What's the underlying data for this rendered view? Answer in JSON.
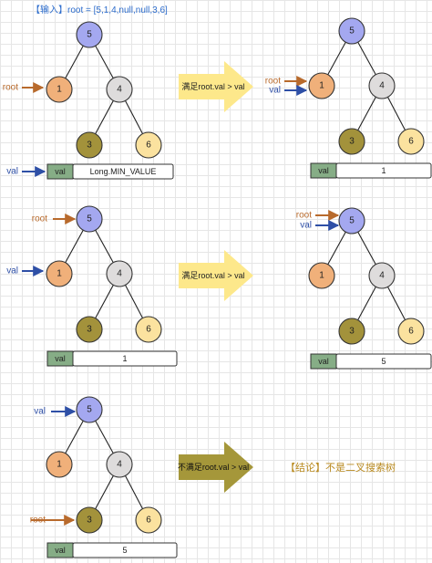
{
  "header": "【输入】root = [5,1,4,null,null,3,6]",
  "labels": {
    "root": "root",
    "val": "val"
  },
  "colors": {
    "node_root": "#a4a8f0",
    "node_left": "#f0b07a",
    "node_right": "#dedcdc",
    "node_leaf_left": "#a3923b",
    "node_leaf_right": "#fbe29f",
    "arrow_root": "#b86a2c",
    "arrow_val": "#2e4fa6",
    "val_box": "#86ad86",
    "arrow_active": "#fde88b",
    "arrow_final": "#a5973a",
    "header_text": "#2c6ccc",
    "verdict_text": "#b98a1f"
  },
  "tree": {
    "root": "5",
    "left": "1",
    "right": "4",
    "right_left": "3",
    "right_right": "6"
  },
  "panels": [
    {
      "val_box_label": "val",
      "val_value": "Long.MIN_VALUE"
    },
    {
      "val_box_label": "val",
      "val_value": "1"
    },
    {
      "val_box_label": "val",
      "val_value": "1"
    },
    {
      "val_box_label": "val",
      "val_value": "5"
    },
    {
      "val_box_label": "val",
      "val_value": "5"
    }
  ],
  "steps": [
    {
      "label": "满足root.val > val"
    },
    {
      "label": "满足root.val > val"
    },
    {
      "label": "不满足root.val > val"
    }
  ],
  "verdict": "【结论】不是二叉搜索树"
}
